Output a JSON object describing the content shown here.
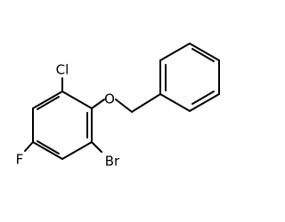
{
  "molecule": {
    "atoms": {
      "chlorine": "Cl",
      "oxygen": "O",
      "fluorine": "F",
      "bromine": "Br"
    }
  },
  "colors": {
    "background": "#ffffff",
    "bond": "#000000",
    "label": "#000000"
  }
}
